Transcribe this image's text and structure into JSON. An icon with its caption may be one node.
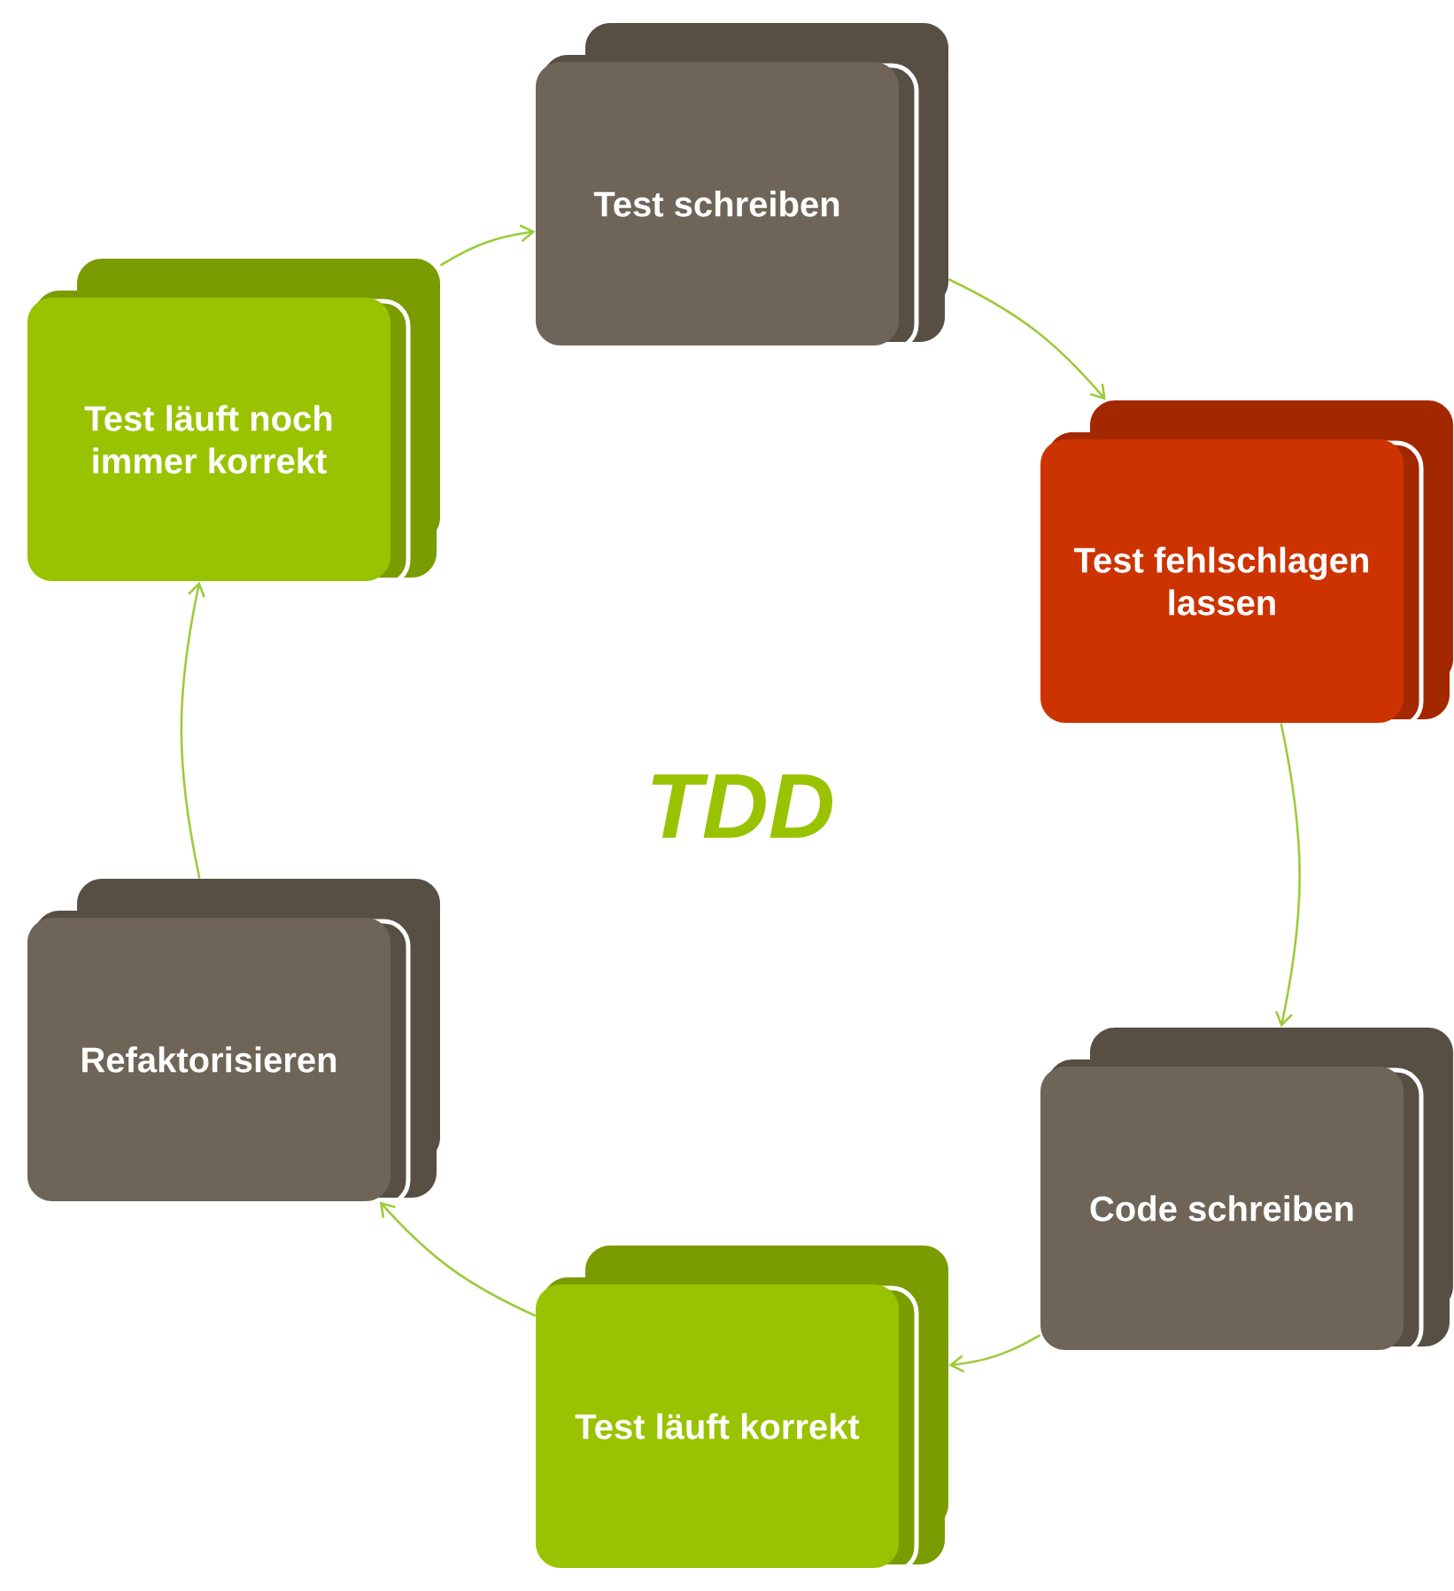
{
  "diagram": {
    "title": "TDD",
    "nodes": [
      {
        "text": [
          "Test schreiben"
        ]
      },
      {
        "text": [
          "Test fehlschlagen lassen"
        ]
      },
      {
        "text": [
          "Code schreiben"
        ]
      },
      {
        "text": [
          "Test läuft korrekt"
        ]
      },
      {
        "text": [
          "Refaktorisieren"
        ]
      },
      {
        "text": [
          "Test läuft noch immer korrekt"
        ]
      }
    ],
    "edges": [
      {
        "from": 0,
        "to": 1,
        "arrow": "to"
      },
      {
        "from": 1,
        "to": 2,
        "arrow": "to"
      },
      {
        "from": 2,
        "to": 3,
        "arrow": "to"
      },
      {
        "from": 3,
        "to": 4,
        "arrow": "to"
      },
      {
        "from": 4,
        "to": 5,
        "arrow": "to"
      },
      {
        "from": 5,
        "to": 0,
        "arrow": "to"
      }
    ]
  }
}
